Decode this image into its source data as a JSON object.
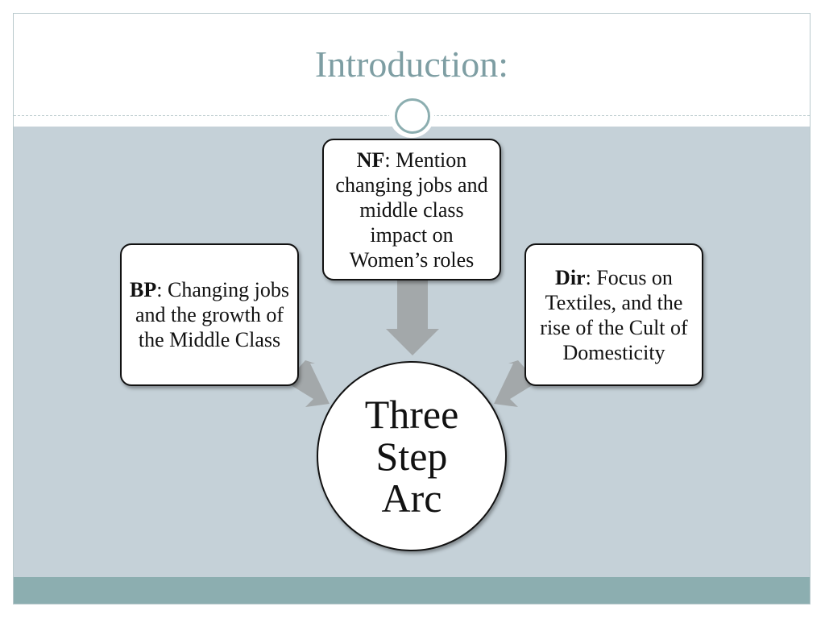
{
  "slide": {
    "title": "Introduction:"
  },
  "diagram": {
    "center": {
      "line1": "Three",
      "line2": "Step",
      "line3": "Arc"
    },
    "nodes": [
      {
        "key": "NF",
        "text": ": Mention changing jobs and middle class impact on Women’s roles"
      },
      {
        "key": "BP",
        "text": ": Changing jobs and the growth of the Middle Class"
      },
      {
        "key": "Dir",
        "text": ": Focus on Textiles, and the rise of the Cult of Domesticity"
      }
    ]
  },
  "colors": {
    "title": "#7e9ea3",
    "content_bg": "#c5d1d8",
    "footer": "#8caeb0",
    "arrow": "#a3a8aa"
  }
}
